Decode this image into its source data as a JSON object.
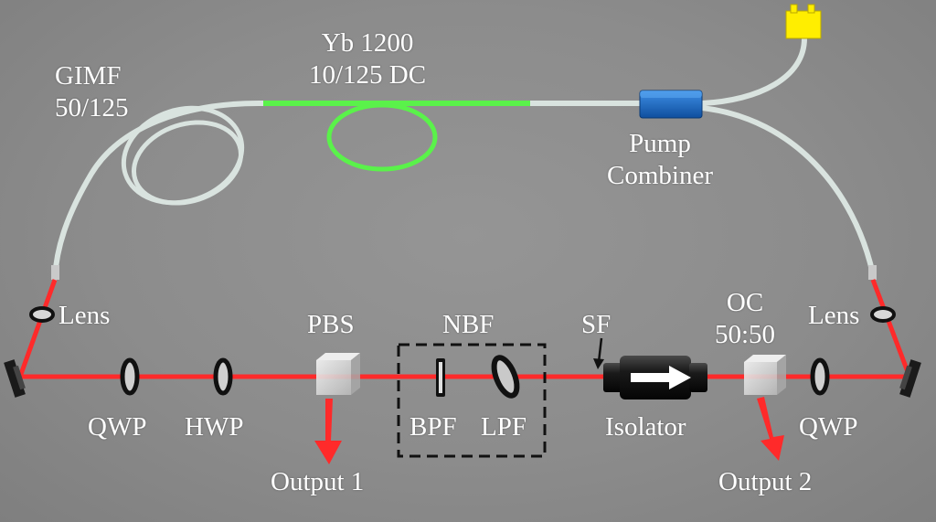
{
  "labels": {
    "gimf": [
      "GIMF",
      "50/125"
    ],
    "yb": [
      "Yb 1200",
      "10/125 DC"
    ],
    "pump": [
      "Pump",
      "Combiner"
    ],
    "lens_left": "Lens",
    "lens_right": "Lens",
    "pbs": "PBS",
    "nbf": "NBF",
    "sf": "SF",
    "oc": [
      "OC",
      "50:50"
    ],
    "qwp_left": "QWP",
    "hwp": "HWP",
    "bpf": "BPF",
    "lpf": "LPF",
    "isolator": "Isolator",
    "qwp_right": "QWP",
    "output1": "Output 1",
    "output2": "Output 2"
  },
  "colors": {
    "background": "#8c8c8c",
    "laser_beam": "#ff2a2a",
    "fiber_passive": "#d9e3df",
    "fiber_gain": "#5af24a",
    "pump_combiner": "#1e6fc8",
    "pump_connector": "#ffee00",
    "label_text": "#ffffff",
    "nbf_box": "#111111"
  }
}
